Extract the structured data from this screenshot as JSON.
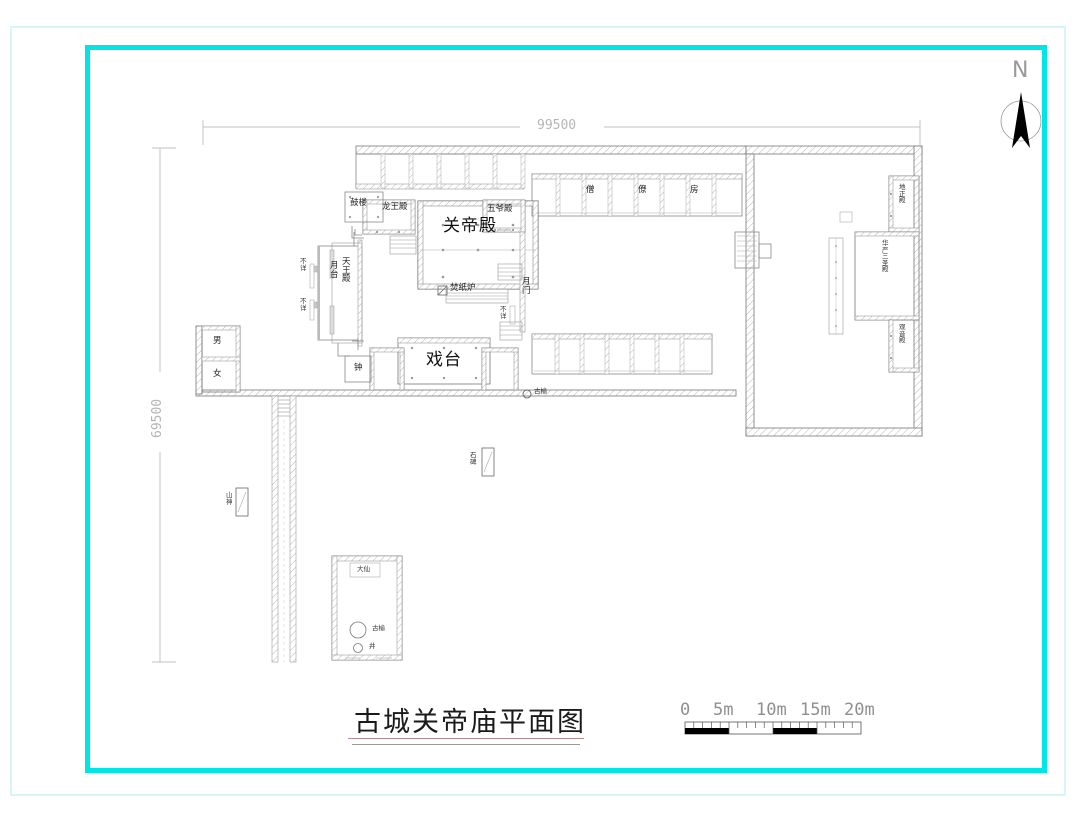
{
  "document": {
    "title": "古城关帝庙平面图",
    "type": "architectural-site-plan"
  },
  "frame": {
    "outer_color": "#d6f7f7",
    "inner_color": "#00e5e5"
  },
  "compass": {
    "label": "N",
    "name": "north-arrow"
  },
  "dimensions": {
    "overall_width": "99500",
    "overall_height": "69500"
  },
  "scale_bar": {
    "ticks": [
      "0",
      "5m",
      "10m",
      "15m",
      "20m"
    ],
    "units": "m"
  },
  "buildings": [
    {
      "id": "guandi-hall",
      "label": "关帝殿",
      "size": "big"
    },
    {
      "id": "opera-stage",
      "label": "戏台",
      "size": "big"
    },
    {
      "id": "longwang-hall",
      "label": "龙王殿",
      "size": "sm"
    },
    {
      "id": "wuye-hall",
      "label": "五爷殿",
      "size": "sm"
    },
    {
      "id": "drum-tower",
      "label": "鼓楼",
      "size": "sm"
    },
    {
      "id": "bell-tower",
      "label": "钟",
      "size": "sm"
    },
    {
      "id": "tianwang-hall",
      "label": "天王殿",
      "size": "sm"
    },
    {
      "id": "moon-platform",
      "label": "月台",
      "size": "sm"
    },
    {
      "id": "moon-gate",
      "label": "月门",
      "size": "sm"
    },
    {
      "id": "dizheng-hall",
      "label": "地正殿",
      "size": "sm"
    },
    {
      "id": "huayan-hall",
      "label": "华严三圣殿",
      "size": "sm"
    },
    {
      "id": "guanyin-hall",
      "label": "观音殿",
      "size": "sm"
    },
    {
      "id": "monk-quarters",
      "label": "僧僚房",
      "size": "sm"
    },
    {
      "id": "daxian-hall",
      "label": "大仙",
      "size": "xs"
    }
  ],
  "features": [
    {
      "id": "paper-furnace",
      "label": "焚纸炉"
    },
    {
      "id": "stone-stele-1",
      "label": "石碑"
    },
    {
      "id": "mountain-god",
      "label": "山神"
    },
    {
      "id": "elm-tree-1",
      "label": "古榆"
    },
    {
      "id": "elm-tree-2",
      "label": "古榆"
    },
    {
      "id": "well",
      "label": "井"
    },
    {
      "id": "restroom-male",
      "label": "男"
    },
    {
      "id": "restroom-female",
      "label": "女"
    },
    {
      "id": "unknown-1",
      "label": "不详"
    },
    {
      "id": "unknown-2",
      "label": "不详"
    },
    {
      "id": "unknown-3",
      "label": "不详"
    }
  ],
  "monk_quarters_chars": [
    "僧",
    "僚",
    "房"
  ]
}
